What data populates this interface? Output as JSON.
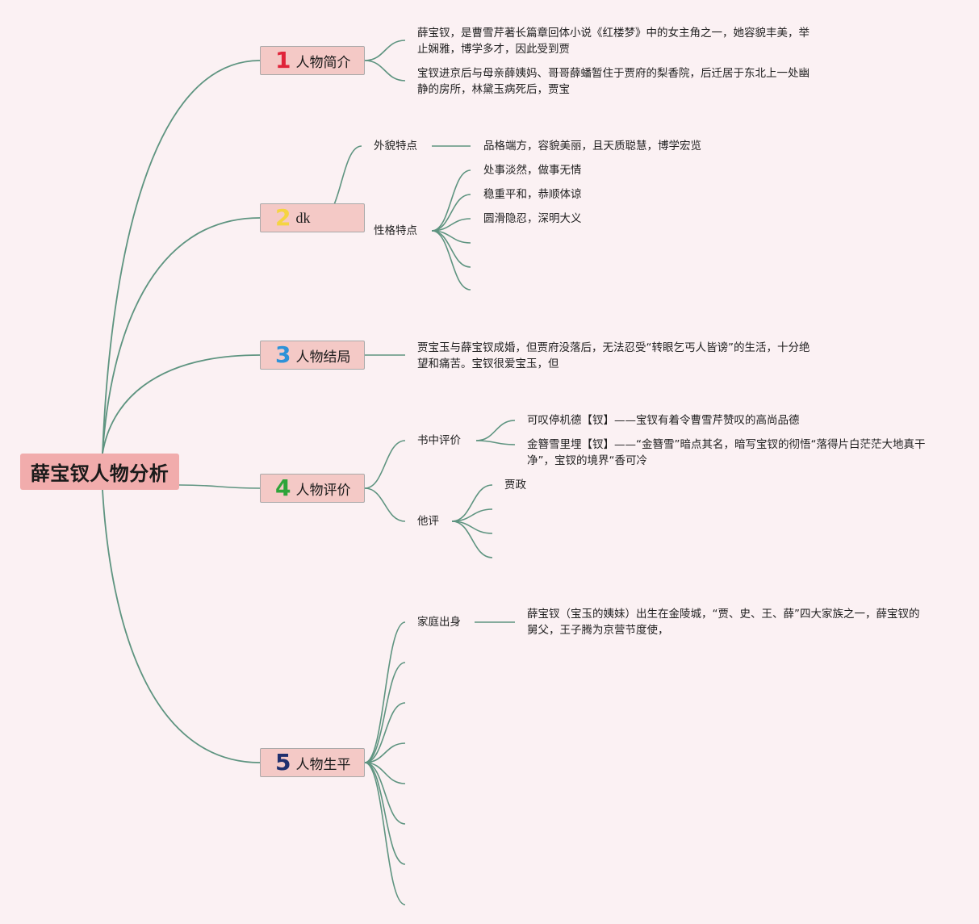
{
  "root": {
    "title": "薛宝钗人物分析"
  },
  "colors": {
    "line": "#5e9480",
    "root_bg": "#f1acac",
    "node_bg": "#f4c9c6"
  },
  "topics": [
    {
      "number": "1",
      "number_color": "#e0243a",
      "label": "人物简介",
      "children": [
        {
          "text": "薛宝钗，是曹雪芹著长篇章回体小说《红楼梦》中的女主角之一，她容貌丰美，举止娴雅，博学多才，因此受到贾"
        },
        {
          "text": "宝钗进京后与母亲薛姨妈、哥哥薛蟠暂住于贾府的梨香院，后迁居于东北上一处幽静的房所，林黛玉病死后，贾宝"
        }
      ]
    },
    {
      "number": "2",
      "number_color": "#f5d442",
      "label": "dk",
      "children": [
        {
          "label": "外貌特点",
          "children": [
            {
              "text": "品格端方，容貌美丽，且天质聪慧，博学宏览"
            }
          ]
        },
        {
          "label": "性格特点",
          "children": [
            {
              "text": "处事淡然，做事无情"
            },
            {
              "text": "稳重平和，恭顺体谅"
            },
            {
              "text": "圆滑隐忍，深明大义"
            },
            {
              "text": ""
            },
            {
              "text": ""
            },
            {
              "text": ""
            }
          ]
        }
      ]
    },
    {
      "number": "3",
      "number_color": "#2d92d8",
      "label": "人物结局",
      "children": [
        {
          "text": "贾宝玉与薛宝钗成婚，但贾府没落后，无法忍受“转眼乞丐人皆谤”的生活，十分绝望和痛苦。宝钗很爱宝玉，但"
        }
      ]
    },
    {
      "number": "4",
      "number_color": "#2ea43a",
      "label": "人物评价",
      "children": [
        {
          "label": "书中评价",
          "children": [
            {
              "text": "可叹停机德【钗】——宝钗有着令曹雪芹赞叹的高尚品德"
            },
            {
              "text": "金簪雪里埋【钗】——“金簪雪”暗点其名，暗写宝钗的彻悟“落得片白茫茫大地真干净”，宝钗的境界“香可冷"
            }
          ]
        },
        {
          "label": "他评",
          "children": [
            {
              "text": "贾政"
            },
            {
              "text": ""
            },
            {
              "text": ""
            },
            {
              "text": ""
            }
          ]
        }
      ]
    },
    {
      "number": "5",
      "number_color": "#1f2f6e",
      "label": "人物生平",
      "children": [
        {
          "label": "家庭出身",
          "children": [
            {
              "text": "薛宝钗（宝玉的姨妹）出生在金陵城，“贾、史、王、薛”四大家族之一，薛宝钗的舅父，王子腾为京营节度使，"
            }
          ]
        },
        {
          "label": ""
        },
        {
          "label": ""
        },
        {
          "label": ""
        },
        {
          "label": ""
        },
        {
          "label": ""
        },
        {
          "label": ""
        },
        {
          "label": ""
        }
      ]
    }
  ]
}
